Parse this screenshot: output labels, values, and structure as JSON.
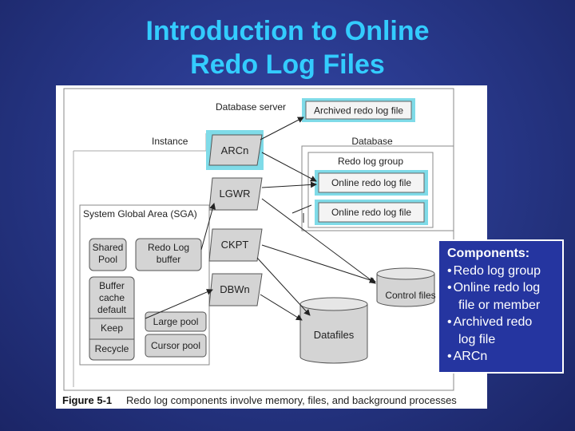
{
  "title": {
    "line1": "Introduction to Online",
    "line2": "Redo Log Files"
  },
  "colors": {
    "title": "#33ccff",
    "background": "#2a3a8f",
    "highlight": "#7fdbe8"
  },
  "figure": {
    "database_server": "Database server",
    "archived_redo_log_file": "Archived redo log file",
    "instance": "Instance",
    "arcn": "ARCn",
    "database": "Database",
    "redo_log_group": "Redo log group",
    "online_redo_log_file_1": "Online redo log file",
    "online_redo_log_file_2": "Online redo log file",
    "lgwr": "LGWR",
    "sga": "System Global Area (SGA)",
    "shared_pool": [
      "Shared",
      "Pool"
    ],
    "redo_log_buffer": [
      "Redo Log",
      "buffer"
    ],
    "ckpt": "CKPT",
    "buffer_cache_default": [
      "Buffer",
      "cache",
      "default"
    ],
    "keep": "Keep",
    "recycle": "Recycle",
    "large_pool": "Large pool",
    "cursor_pool": "Cursor pool",
    "dbwn": "DBWn",
    "control_files": "Control files",
    "datafiles": "Datafiles",
    "caption_label": "Figure 5-1",
    "caption_text": "Redo log components involve memory, files, and background processes"
  },
  "components": {
    "heading": "Components:",
    "bullet": "•",
    "items": [
      {
        "lines": [
          "Redo log group"
        ]
      },
      {
        "lines": [
          "Online redo log",
          "file or member"
        ]
      },
      {
        "lines": [
          "Archived redo",
          "log file"
        ]
      },
      {
        "lines": [
          "ARCn"
        ]
      }
    ]
  }
}
